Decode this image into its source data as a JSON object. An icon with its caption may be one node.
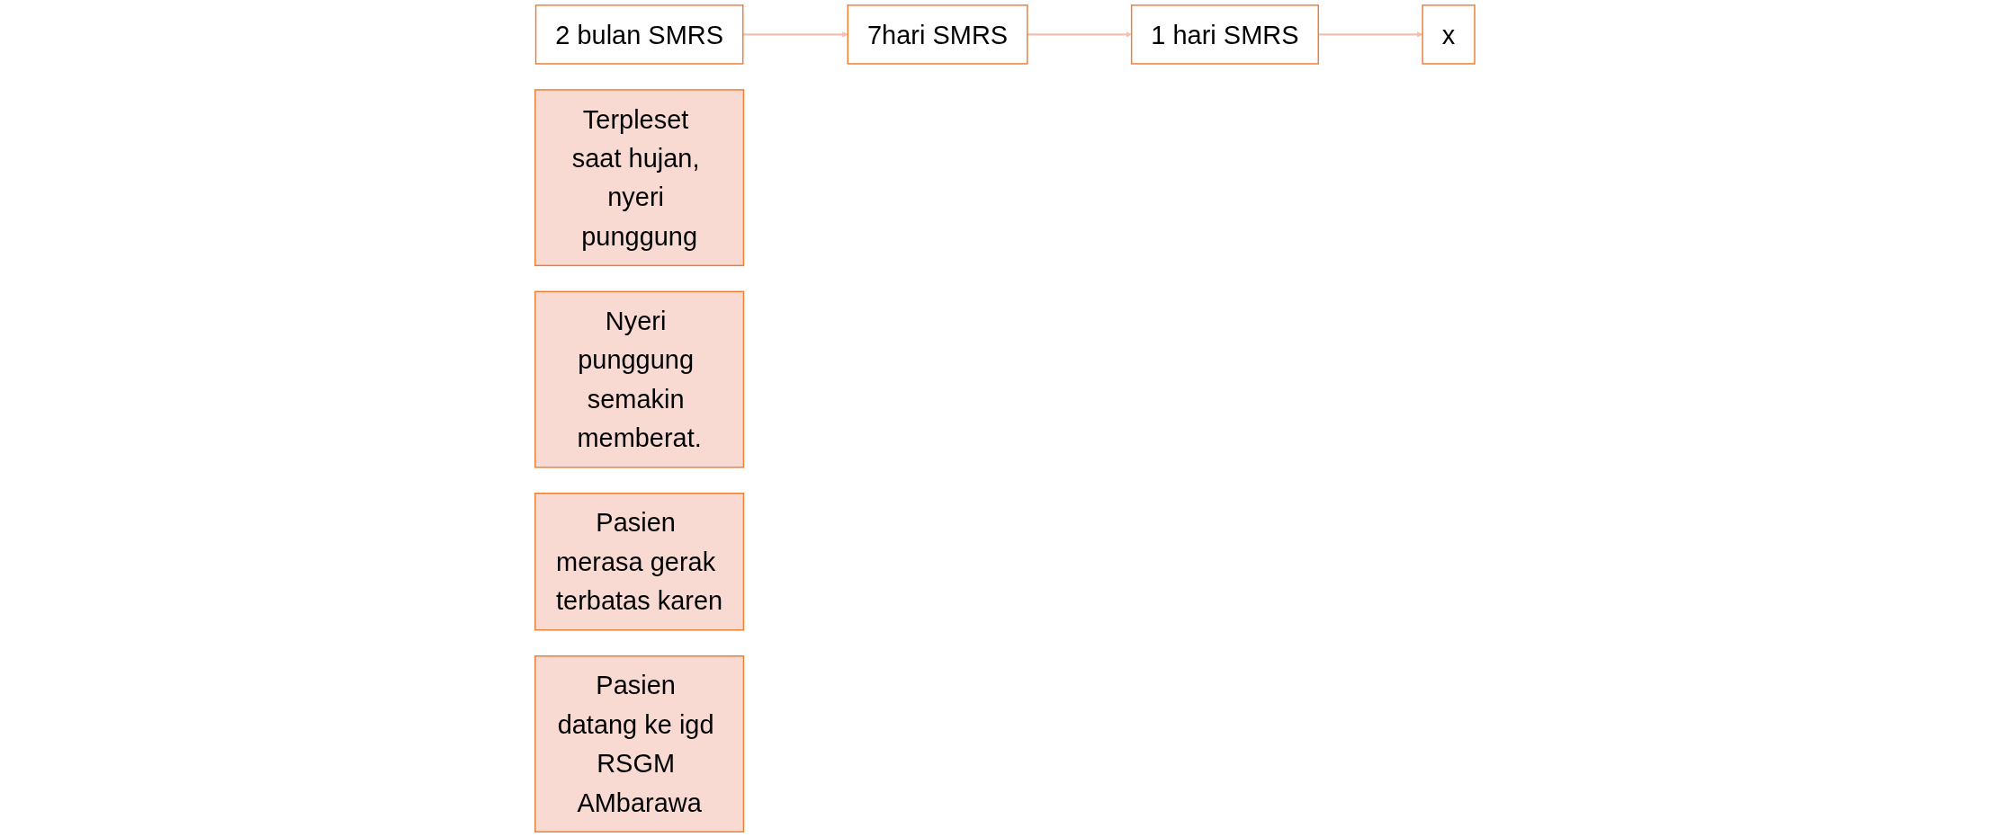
{
  "diagram": {
    "nodes": [
      {
        "text": [
          "2 bulan SMRS"
        ]
      },
      {
        "text": [
          "Terpleset saat hujan, nyeri punggung"
        ]
      },
      {
        "text": [
          "7hari SMRS"
        ]
      },
      {
        "text": [
          "Nyeri punggung semakin memberat."
        ]
      },
      {
        "text": [
          "1 hari SMRS"
        ]
      },
      {
        "text": [
          "Pasien merasa gerak terbatas karen"
        ]
      },
      {
        "text": [
          "x"
        ]
      },
      {
        "text": [
          "Pasien datang ke igd RSGM AMbarawa"
        ]
      }
    ],
    "edges": [
      {
        "from": 0,
        "to": 2,
        "arrow": "to"
      },
      {
        "from": 2,
        "to": 4,
        "arrow": "to"
      },
      {
        "from": 4,
        "to": 6,
        "arrow": "to"
      }
    ]
  }
}
